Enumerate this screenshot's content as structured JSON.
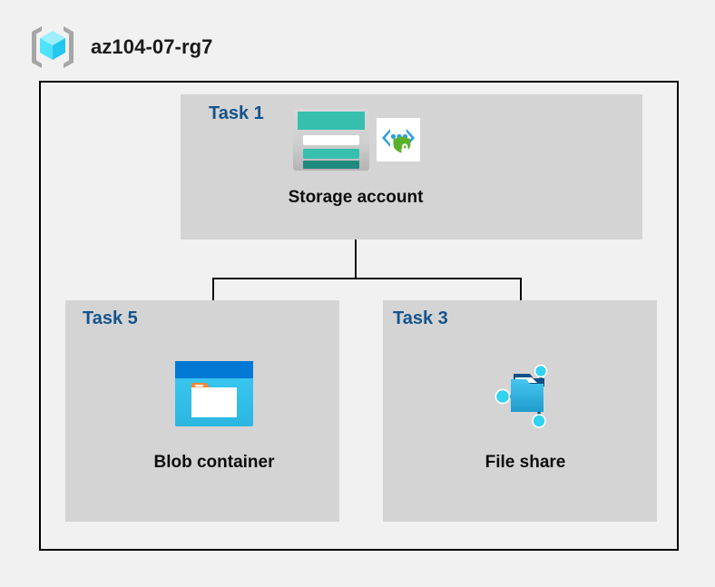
{
  "header": {
    "icon": "resource-group-icon",
    "title": "az104-07-rg7"
  },
  "colors": {
    "page_background": "#f1f1f1",
    "panel_background": "#d4d4d4",
    "boundary_border": "#000000",
    "task_label": "#14548c",
    "caption": "#0d0d0d",
    "storage_teal": "#37bfae",
    "storage_teal_dark": "#218a7e",
    "blob_blue_header": "#0078d4",
    "blob_blue_body": "#32c8f0",
    "blob_tab_orange": "#f7882f",
    "fileshare_blue": "#32b4e6",
    "fileshare_node": "#32d2f0",
    "shield_green": "#5ab12a",
    "bracket_blue": "#2e9ede",
    "cube_cyan": "#4fe3fb",
    "bracket_gray": "#a6a6a6"
  },
  "diagram": {
    "type": "azure-architecture",
    "boundary_name": "resource-group-boundary",
    "panels": [
      {
        "id": "task1",
        "task_label": "Task 1",
        "resource": {
          "id": "storage",
          "caption": "Storage account",
          "icons": [
            "storage-account-icon",
            "secure-transfer-icon"
          ]
        }
      },
      {
        "id": "task5",
        "task_label": "Task 5",
        "resource": {
          "id": "blob",
          "caption": "Blob container",
          "icons": [
            "blob-container-icon"
          ]
        }
      },
      {
        "id": "task3",
        "task_label": "Task 3",
        "resource": {
          "id": "fileshare",
          "caption": "File share",
          "icons": [
            "file-share-icon"
          ]
        }
      }
    ],
    "connections": [
      {
        "from": "storage",
        "to": "blob"
      },
      {
        "from": "storage",
        "to": "fileshare"
      }
    ]
  }
}
